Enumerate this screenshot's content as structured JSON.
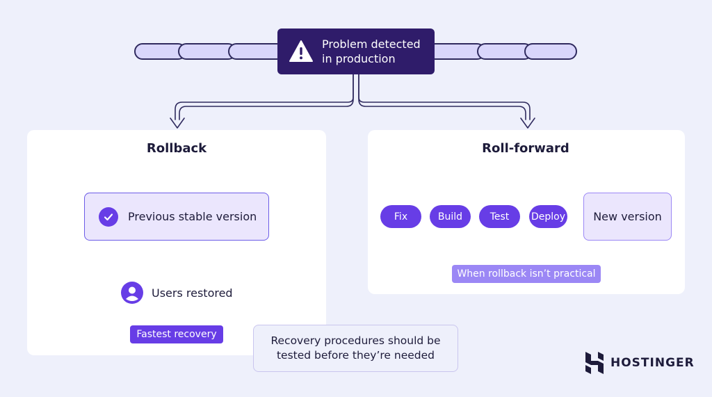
{
  "colors": {
    "background": "#eef0fb",
    "brand_dark": "#2f1c6a",
    "accent_purple": "#673de6",
    "light_purple": "#ebe6fd",
    "tag_light": "#9b87f5"
  },
  "header": {
    "problem_label": "Problem detected in production",
    "icon": "warning-icon"
  },
  "rollback": {
    "title": "Rollback",
    "stable_label": "Previous stable version",
    "stable_icon": "check-circle-icon",
    "users_label": "Users restored",
    "users_icon": "user-icon",
    "tag": "Fastest recovery"
  },
  "rollforward": {
    "title": "Roll-forward",
    "steps": [
      "Fix",
      "Build",
      "Test",
      "Deploy"
    ],
    "result": "New version",
    "tag": "When rollback isn’t practical"
  },
  "note": "Recovery procedures should be tested before they’re needed",
  "brand": {
    "name": "HOSTINGER",
    "icon": "hostinger-logo-icon"
  }
}
